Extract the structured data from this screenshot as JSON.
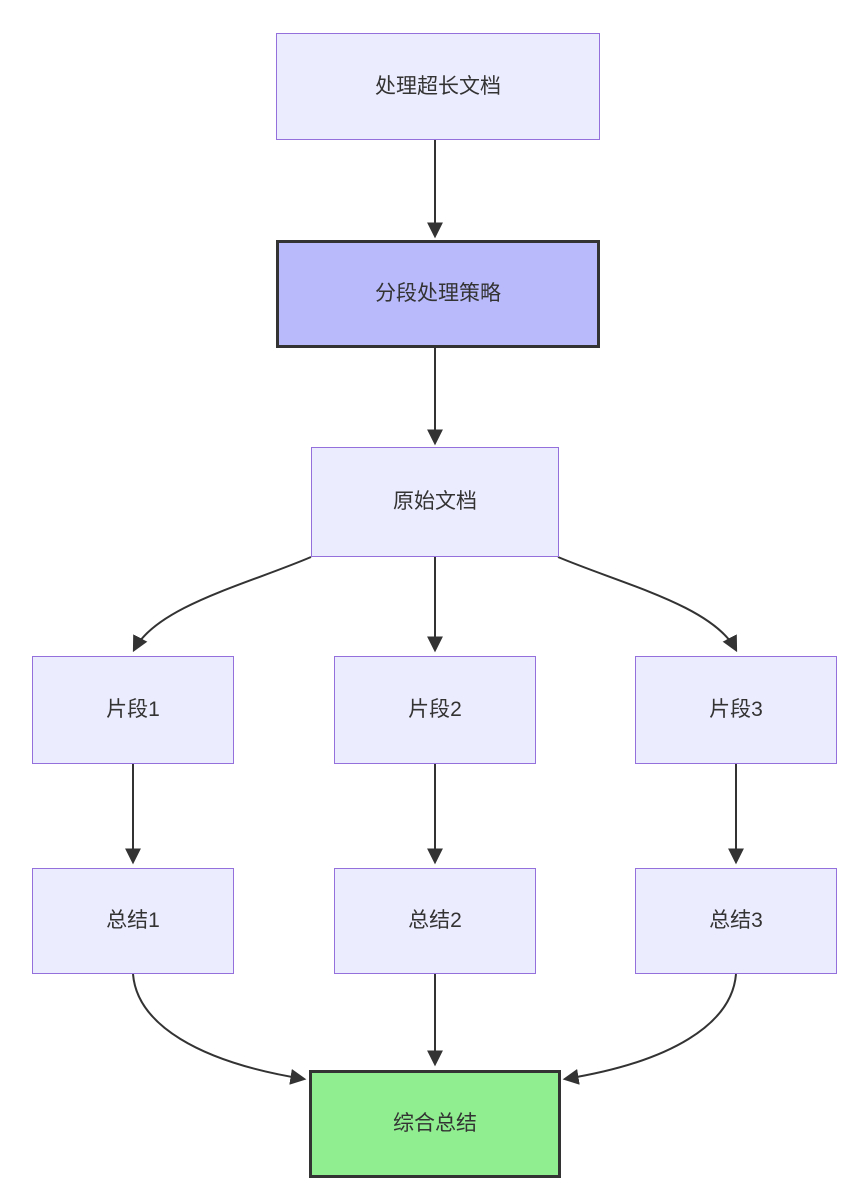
{
  "diagram": {
    "type": "flowchart",
    "direction": "top-down",
    "nodes": [
      {
        "id": "A",
        "label": "处理超长文档",
        "style": "default"
      },
      {
        "id": "B",
        "label": "分段处理策略",
        "style": "strategy-highlight"
      },
      {
        "id": "C",
        "label": "原始文档",
        "style": "default"
      },
      {
        "id": "D1",
        "label": "片段1",
        "style": "default"
      },
      {
        "id": "D2",
        "label": "片段2",
        "style": "default"
      },
      {
        "id": "D3",
        "label": "片段3",
        "style": "default"
      },
      {
        "id": "E1",
        "label": "总结1",
        "style": "default"
      },
      {
        "id": "E2",
        "label": "总结2",
        "style": "default"
      },
      {
        "id": "E3",
        "label": "总结3",
        "style": "default"
      },
      {
        "id": "F",
        "label": "综合总结",
        "style": "result-highlight"
      }
    ],
    "edges": [
      {
        "from": "处理超长文档",
        "to": "分段处理策略"
      },
      {
        "from": "分段处理策略",
        "to": "原始文档"
      },
      {
        "from": "原始文档",
        "to": "片段1"
      },
      {
        "from": "原始文档",
        "to": "片段2"
      },
      {
        "from": "原始文档",
        "to": "片段3"
      },
      {
        "from": "片段1",
        "to": "总结1"
      },
      {
        "from": "片段2",
        "to": "总结2"
      },
      {
        "from": "片段3",
        "to": "总结3"
      },
      {
        "from": "总结1",
        "to": "综合总结"
      },
      {
        "from": "总结2",
        "to": "综合总结"
      },
      {
        "from": "总结3",
        "to": "综合总结"
      }
    ],
    "colors": {
      "node_fill": "#ECECFF",
      "node_border": "#9370DB",
      "strategy_fill": "#B9BAFC",
      "strategy_border": "#333333",
      "result_fill": "#90EE90",
      "result_border": "#333333",
      "edge": "#333333",
      "text": "#333333",
      "background": "#FFFFFF"
    }
  }
}
